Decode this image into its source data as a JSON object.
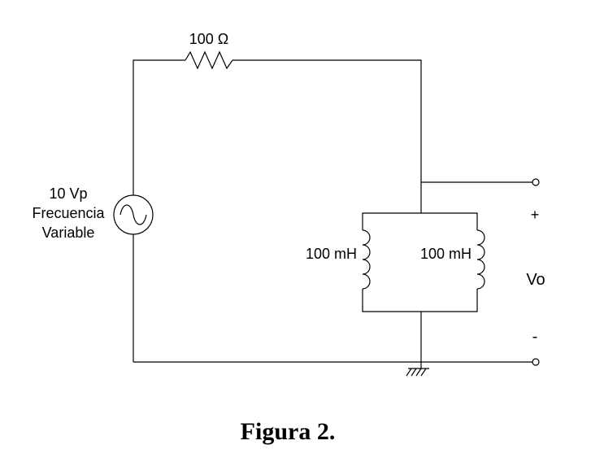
{
  "resistor": {
    "label": "100 Ω"
  },
  "source": {
    "lines": [
      "10 Vp",
      "Frecuencia",
      "Variable"
    ]
  },
  "inductors": [
    {
      "label": "100 mH"
    },
    {
      "label": "100 mH"
    }
  ],
  "output": {
    "plus": "+",
    "minus": "-",
    "label": "Vo"
  },
  "caption": "Figura 2."
}
